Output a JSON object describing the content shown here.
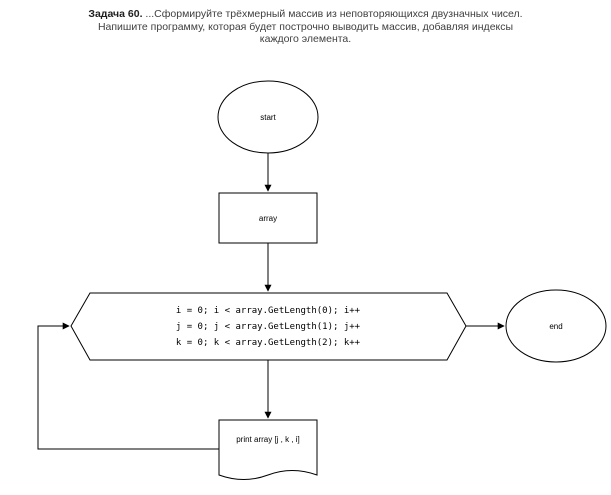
{
  "task": {
    "title": "Задача 60.",
    "line1": " ...Сформируйте трёхмерный массив из неповторяющихся двузначных чисел.",
    "line2": "Напишите программу, которая будет построчно выводить массив, добавляя индексы",
    "line3": "каждого элемента."
  },
  "flowchart": {
    "start_label": "start",
    "process_label": "array",
    "loop_lines": [
      "i = 0; i < array.GetLength(0); i++",
      "j = 0; j < array.GetLength(1); j++",
      "k = 0; k < array.GetLength(2); k++"
    ],
    "end_label": "end",
    "output_label": "print array [j , k , i]"
  }
}
